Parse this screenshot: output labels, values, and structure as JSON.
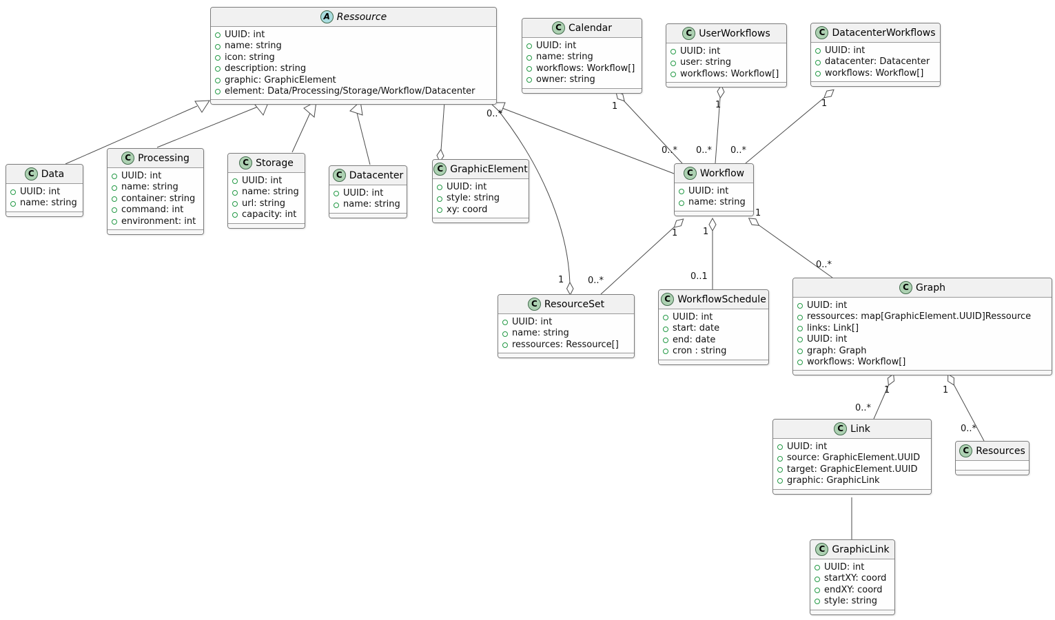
{
  "diagram": {
    "type": "uml-class-diagram",
    "colors": {
      "class_circle_fill": "#ADD1B2",
      "abstract_circle_fill": "#A9DCDF",
      "box_header_fill": "#F1F1F1",
      "box_border": "#7A7A7A",
      "connector_line": "#4A4A4A",
      "field_icon_green": "#229944"
    },
    "classes": [
      {
        "id": "ressource",
        "letter": "A",
        "abstract": true,
        "name": "Ressource",
        "attributes": [
          "UUID: int",
          "name: string",
          "icon: string",
          "description: string",
          "graphic: GraphicElement",
          "element: Data/Processing/Storage/Workflow/Datacenter"
        ]
      },
      {
        "id": "calendar",
        "letter": "C",
        "abstract": false,
        "name": "Calendar",
        "attributes": [
          "UUID: int",
          "name: string",
          "workflows: Workflow[]",
          "owner: string"
        ]
      },
      {
        "id": "userworkflows",
        "letter": "C",
        "abstract": false,
        "name": "UserWorkflows",
        "attributes": [
          "UUID: int",
          "user: string",
          "workflows: Workflow[]"
        ]
      },
      {
        "id": "datacenterworkflows",
        "letter": "C",
        "abstract": false,
        "name": "DatacenterWorkflows",
        "attributes": [
          "UUID: int",
          "datacenter: Datacenter",
          "workflows: Workflow[]"
        ]
      },
      {
        "id": "data",
        "letter": "C",
        "abstract": false,
        "name": "Data",
        "attributes": [
          "UUID: int",
          "name: string"
        ]
      },
      {
        "id": "processing",
        "letter": "C",
        "abstract": false,
        "name": "Processing",
        "attributes": [
          "UUID: int",
          "name: string",
          "container: string",
          "command: int",
          "environment: int"
        ]
      },
      {
        "id": "storage",
        "letter": "C",
        "abstract": false,
        "name": "Storage",
        "attributes": [
          "UUID: int",
          "name: string",
          "url: string",
          "capacity: int"
        ]
      },
      {
        "id": "datacenter",
        "letter": "C",
        "abstract": false,
        "name": "Datacenter",
        "attributes": [
          "UUID: int",
          "name: string"
        ]
      },
      {
        "id": "graphicelement",
        "letter": "C",
        "abstract": false,
        "name": "GraphicElement",
        "attributes": [
          "UUID: int",
          "style: string",
          "xy: coord"
        ]
      },
      {
        "id": "workflow",
        "letter": "C",
        "abstract": false,
        "name": "Workflow",
        "attributes": [
          "UUID: int",
          "name: string"
        ]
      },
      {
        "id": "resourceset",
        "letter": "C",
        "abstract": false,
        "name": "ResourceSet",
        "attributes": [
          "UUID: int",
          "name: string",
          "ressources: Ressource[]"
        ]
      },
      {
        "id": "workflowschedule",
        "letter": "C",
        "abstract": false,
        "name": "WorkflowSchedule",
        "attributes": [
          "UUID: int",
          "start: date",
          "end: date",
          "cron : string"
        ]
      },
      {
        "id": "graph",
        "letter": "C",
        "abstract": false,
        "name": "Graph",
        "attributes": [
          "UUID: int",
          "ressources: map[GraphicElement.UUID]Ressource",
          "links: Link[]",
          "UUID: int",
          "graph: Graph",
          "workflows: Workflow[]"
        ]
      },
      {
        "id": "link",
        "letter": "C",
        "abstract": false,
        "name": "Link",
        "attributes": [
          "UUID: int",
          "source: GraphicElement.UUID",
          "target: GraphicElement.UUID",
          "graphic: GraphicLink"
        ]
      },
      {
        "id": "resources",
        "letter": "C",
        "abstract": false,
        "name": "Resources",
        "attributes": []
      },
      {
        "id": "graphiclink",
        "letter": "C",
        "abstract": false,
        "name": "GraphicLink",
        "attributes": [
          "UUID: int",
          "startXY: coord",
          "endXY: coord",
          "style: string"
        ]
      }
    ],
    "relations": {
      "calendar_workflow": {
        "from_label": "1",
        "to_label": "0..*"
      },
      "userworkflows_workflow": {
        "from_label": "1",
        "to_label": "0..*"
      },
      "datacenterworkflows_workflow": {
        "from_label": "1",
        "to_label": "0..*"
      },
      "resourceset_ressource": {
        "from_label": "1",
        "to_label": "0..*"
      },
      "workflow_resourceset": {
        "from_label": "1",
        "to_label": "0..*"
      },
      "workflow_workflowschedule": {
        "from_label": "1",
        "to_label": "0..1"
      },
      "workflow_graph": {
        "from_label": "1",
        "to_label": "0..*"
      },
      "graph_link": {
        "from_label": "1",
        "to_label": "0..*"
      },
      "graph_resources": {
        "from_label": "1",
        "to_label": "0..*"
      }
    }
  }
}
